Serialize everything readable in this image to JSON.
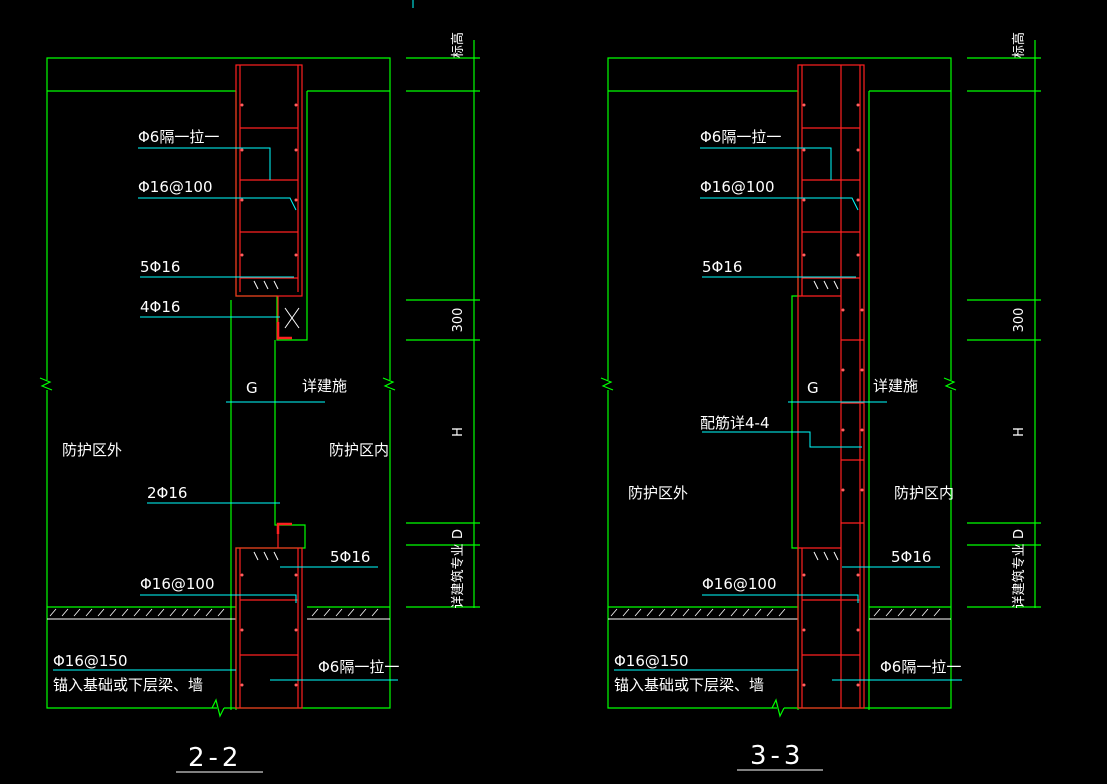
{
  "section_a": {
    "title": "2-2",
    "labels": {
      "tie": "Φ6隔一拉一",
      "vbar": "Φ16@100",
      "top_bars": "5Φ16",
      "corner_bars": "4Φ16",
      "gap": "G",
      "see_arch": "详建施",
      "outside": "防护区外",
      "inside": "防护区内",
      "bottom_bars_left": "2Φ16",
      "bottom_bars_right": "5Φ16",
      "vbar_lower": "Φ16@100",
      "anchor_bar": "Φ16@150",
      "anchor_note": "锚入基础或下层梁、墙",
      "tie_lower": "Φ6隔一拉一"
    },
    "dims": {
      "elev": "标高",
      "d300": "300",
      "h": "H",
      "d": "D",
      "see_struct": "详建筑专业"
    }
  },
  "section_b": {
    "title": "3-3",
    "labels": {
      "tie": "Φ6隔一拉一",
      "vbar": "Φ16@100",
      "top_bars": "5Φ16",
      "gap": "G",
      "see_arch": "详建施",
      "rebar_ref": "配筋详4-4",
      "outside": "防护区外",
      "inside": "防护区内",
      "bottom_bars_right": "5Φ16",
      "vbar_lower": "Φ16@100",
      "anchor_bar": "Φ16@150",
      "anchor_note": "锚入基础或下层梁、墙",
      "tie_lower": "Φ6隔一拉一"
    },
    "dims": {
      "elev": "标高",
      "d300": "300",
      "h": "H",
      "d": "D",
      "see_struct": "详建筑专业"
    }
  },
  "colors": {
    "background": "#000000",
    "concrete": "#00ff00",
    "rebar": "#ff2020",
    "leader": "#00ffff",
    "text": "#ffffff"
  }
}
